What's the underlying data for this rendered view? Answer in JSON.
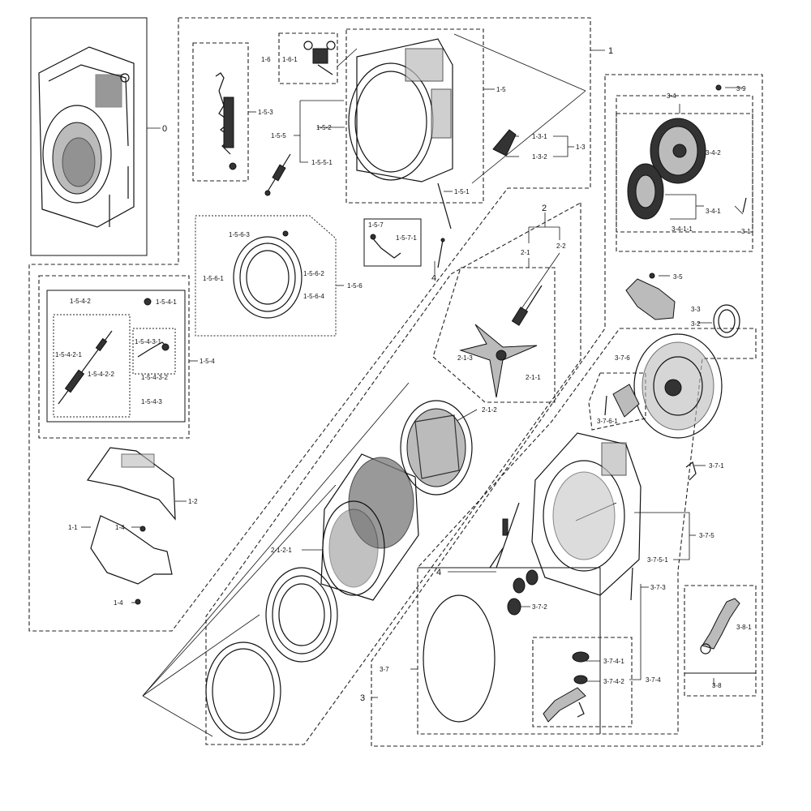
{
  "labels": {
    "l0": "0",
    "l1": "1",
    "l1_1": "1-1",
    "l1_2": "1-2",
    "l1_3": "1-3",
    "l1_3_1": "1-3-1",
    "l1_3_2": "1-3-2",
    "l1_4a": "1-4",
    "l1_4b": "1-4",
    "l1_5": "1-5",
    "l1_5_1": "1-5-1",
    "l1_5_2": "1-5-2",
    "l1_5_3": "1-5-3",
    "l1_5_4": "1-5-4",
    "l1_5_4_1": "1-5-4-1",
    "l1_5_4_2": "1-5-4-2",
    "l1_5_4_2_1": "1-5-4-2-1",
    "l1_5_4_2_2": "1-5-4-2-2",
    "l1_5_4_3": "1-5-4-3",
    "l1_5_4_3_1": "1-5-4-3-1",
    "l1_5_4_3_2": "1-5-4-3-2",
    "l1_5_5": "1-5-5",
    "l1_5_5_1": "1-5-5-1",
    "l1_5_6": "1-5-6",
    "l1_5_6_1": "1-5-6-1",
    "l1_5_6_2": "1-5-6-2",
    "l1_5_6_3": "1-5-6-3",
    "l1_5_6_4": "1-5-6-4",
    "l1_5_7": "1-5-7",
    "l1_5_7_1": "1-5-7-1",
    "l1_6": "1-6",
    "l1_6_1": "1-6-1",
    "l2": "2",
    "l2_1": "2-1",
    "l2_1_1": "2-1-1",
    "l2_1_2": "2-1-2",
    "l2_1_2_1": "2-1-2-1",
    "l2_1_3": "2-1-3",
    "l2_2": "2-2",
    "l3": "3",
    "l3_1": "3-1",
    "l3_2": "3-2",
    "l3_3": "3-3",
    "l3_4": "3-4",
    "l3_4_1": "3-4-1",
    "l3_4_1_1": "3-4-1-1",
    "l3_4_2": "3-4-2",
    "l3_5": "3-5",
    "l3_7": "3-7",
    "l3_7_1": "3-7-1",
    "l3_7_2": "3-7-2",
    "l3_7_3": "3-7-3",
    "l3_7_4": "3-7-4",
    "l3_7_4_1": "3-7-4-1",
    "l3_7_4_2": "3-7-4-2",
    "l3_7_5": "3-7-5",
    "l3_7_5_1": "3-7-5-1",
    "l3_7_6": "3-7-6",
    "l3_7_6_1": "3-7-6-1",
    "l3_8": "3-8",
    "l3_8_1": "3-8-1",
    "l3_9": "3-9",
    "l4a": "4",
    "l4b": "4"
  }
}
